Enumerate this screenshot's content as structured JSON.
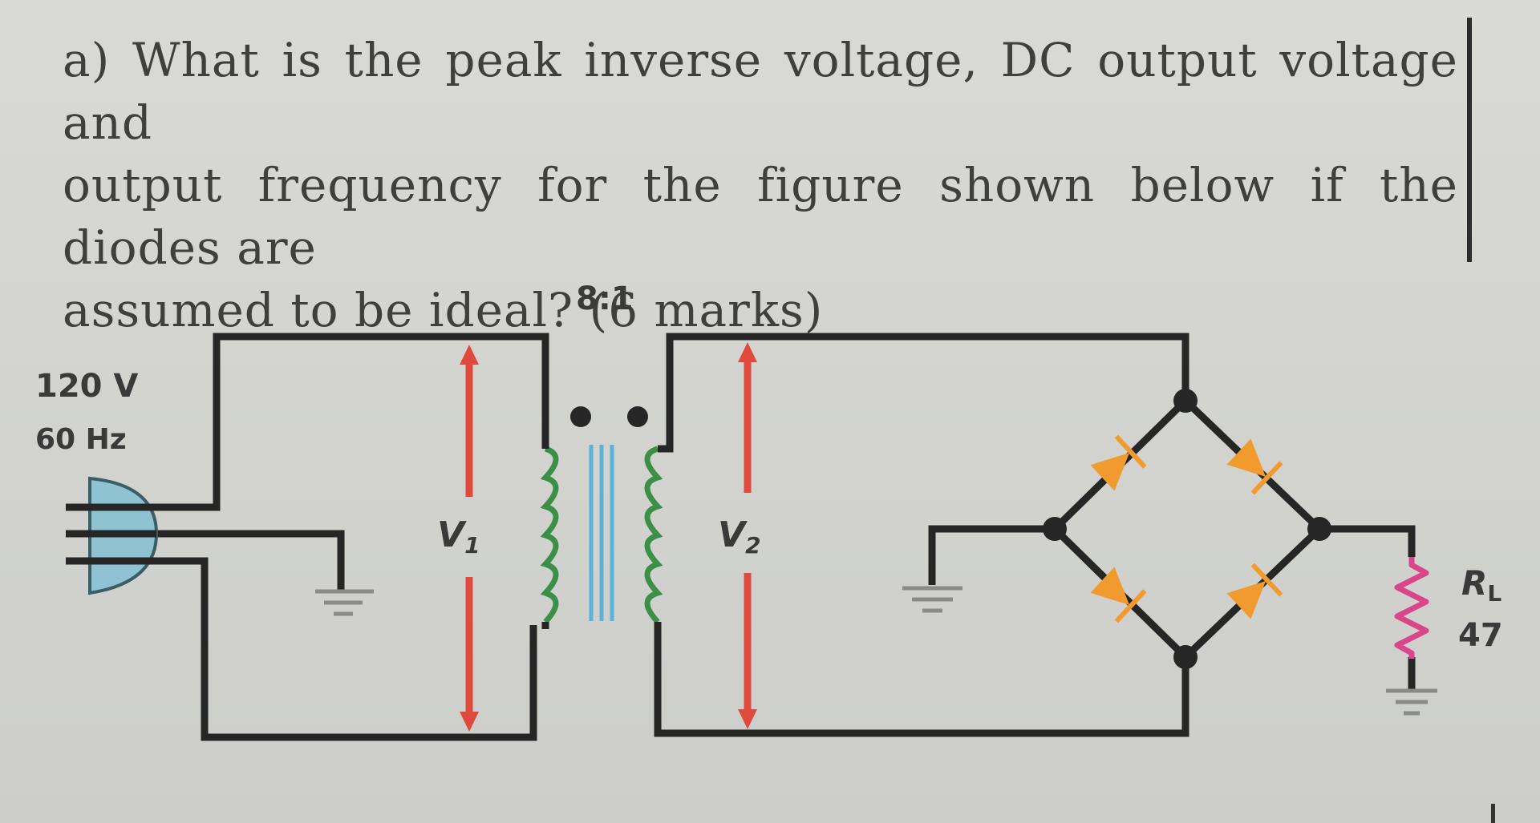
{
  "question": {
    "lines": [
      "a) What is the peak inverse voltage, DC output voltage and",
      "output frequency for the figure shown below if the diodes are",
      "assumed to be ideal? (6 marks)"
    ]
  },
  "circuit": {
    "source_voltage": "120 V",
    "source_frequency": "60 Hz",
    "turns_ratio": "8:1",
    "primary_voltage_label": "V",
    "primary_voltage_sub": "1",
    "secondary_voltage_label": "V",
    "secondary_voltage_sub": "2",
    "load_label": "R",
    "load_sub": "L",
    "load_value": "47"
  },
  "colors": {
    "wire": "#262626",
    "arrow": "#e04a3c",
    "core": "#5ab3d6",
    "coil": "#3c8f46",
    "diode": "#f19a2e",
    "resistor": "#d9478a",
    "plug": "#8fc3d3"
  }
}
